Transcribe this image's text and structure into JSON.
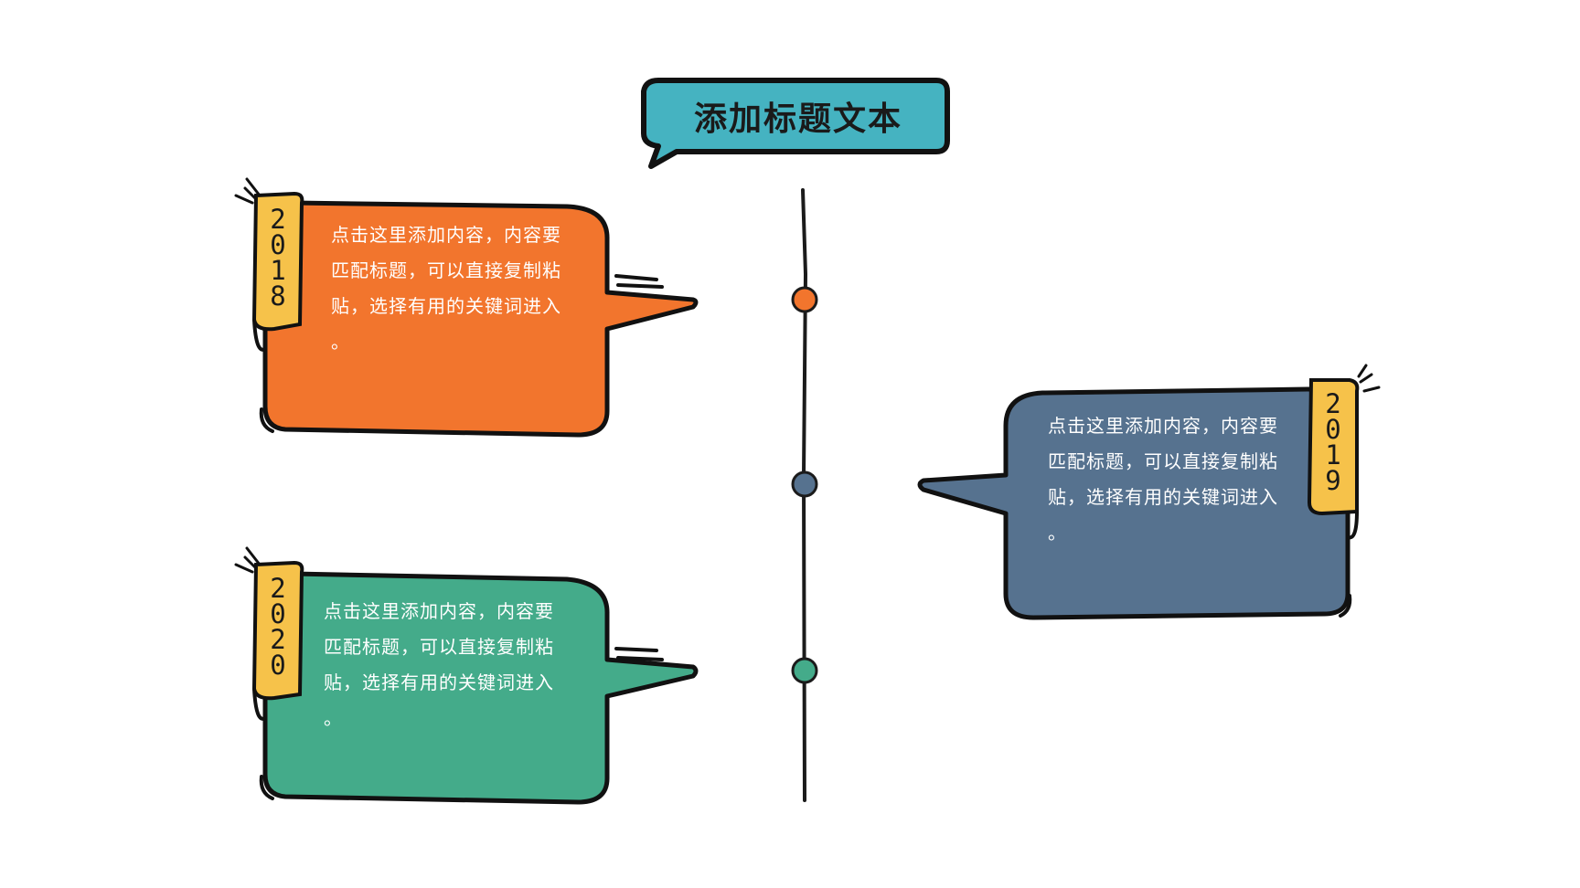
{
  "title": "添加标题文本",
  "colors": {
    "title_bg": "#45b3c1",
    "outline": "#111111",
    "ribbon": "#f6c24a",
    "timeline": "#1b1b1b",
    "card_2018": "#f2752d",
    "card_2019": "#56728f",
    "card_2020": "#44ab8a"
  },
  "cards": [
    {
      "year": "2018",
      "text": "点击这里添加内容，内容要\n匹配标题，可以直接复制粘\n贴，选择有用的关键词进入\n。"
    },
    {
      "year": "2019",
      "text": "点击这里添加内容，内容要\n匹配标题，可以直接复制粘\n贴，选择有用的关键词进入\n。"
    },
    {
      "year": "2020",
      "text": "点击这里添加内容，内容要\n匹配标题，可以直接复制粘\n贴，选择有用的关键词进入\n。"
    }
  ]
}
